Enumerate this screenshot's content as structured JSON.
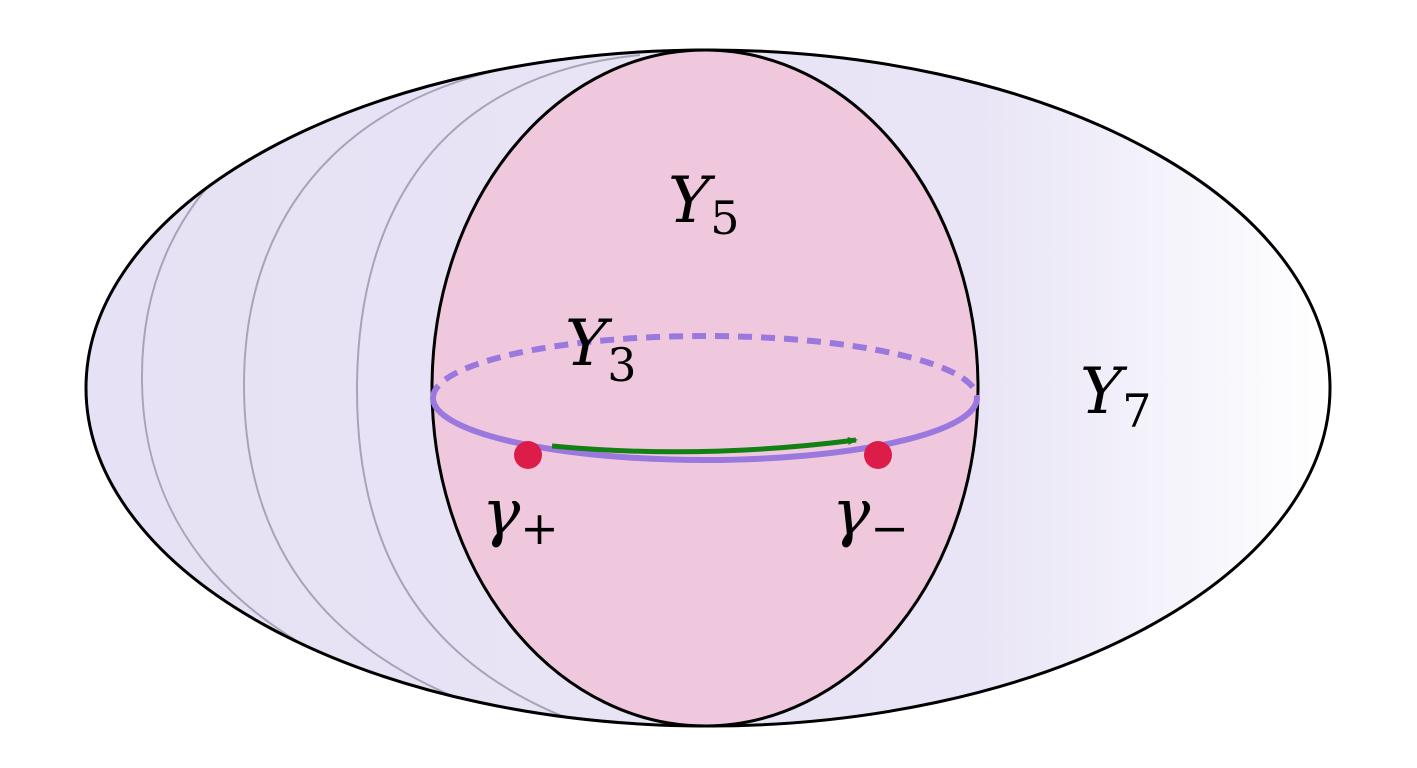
{
  "labels": {
    "y5": {
      "main": "Y",
      "sub": "5"
    },
    "y3": {
      "main": "Y",
      "sub": "3"
    },
    "y7": {
      "main": "Y",
      "sub": "7"
    },
    "gamma_plus": {
      "main": "γ",
      "sub": "+"
    },
    "gamma_minus": {
      "main": "γ",
      "sub": "−"
    }
  },
  "colors": {
    "outer_fill": "#e9e5f6",
    "inner_fill": "#f0c8de",
    "equator": "#9b78de",
    "point": "#dc1d4a",
    "arrow": "#138013",
    "slice_lines": "#a8a4b8",
    "outline": "#000000"
  }
}
